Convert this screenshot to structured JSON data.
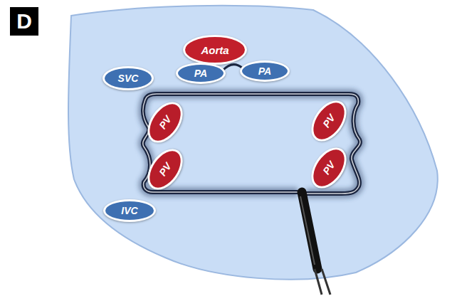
{
  "diagram": {
    "nodes": [
      {
        "text": [
          "D"
        ]
      },
      {
        "text": [
          "Aorta"
        ]
      },
      {
        "text": [
          "PA"
        ]
      },
      {
        "text": [
          "PA"
        ]
      },
      {
        "text": [
          "SVC"
        ]
      },
      {
        "text": [
          "PV"
        ]
      },
      {
        "text": [
          "PV"
        ]
      },
      {
        "text": [
          "PV"
        ]
      },
      {
        "text": [
          "PV"
        ]
      },
      {
        "text": [
          "IVC"
        ]
      }
    ],
    "edges": [
      {
        "from": 2,
        "to": 3,
        "arrow": "none"
      }
    ]
  }
}
